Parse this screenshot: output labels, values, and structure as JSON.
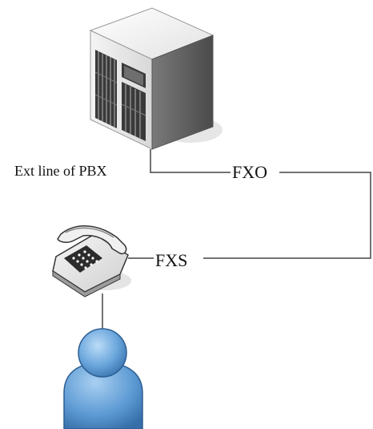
{
  "labels": {
    "pbx_line": "Ext line of PBX",
    "fxo": "FXO",
    "fxs": "FXS"
  },
  "icons": {
    "server": "pbx-server-icon",
    "phone": "desk-telephone-icon",
    "user": "user-person-icon"
  },
  "colors": {
    "line": "#444444",
    "server_light": "#f2f2f2",
    "server_dark": "#5a5a5a",
    "person_blue": "#6aa6dc"
  }
}
